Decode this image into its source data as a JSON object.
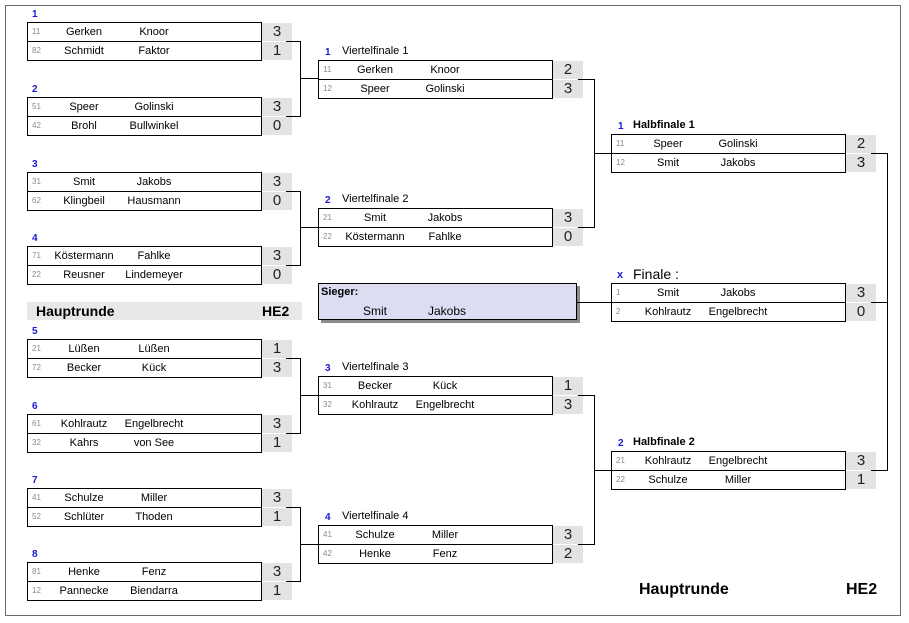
{
  "brackets": {
    "r1": [
      {
        "num": "1",
        "p1": {
          "seed": "11",
          "a": "Gerken",
          "b": "Knoor",
          "score": "3"
        },
        "p2": {
          "seed": "82",
          "a": "Schmidt",
          "b": "Faktor",
          "score": "1"
        }
      },
      {
        "num": "2",
        "p1": {
          "seed": "51",
          "a": "Speer",
          "b": "Golinski",
          "score": "3"
        },
        "p2": {
          "seed": "42",
          "a": "Brohl",
          "b": "Bullwinkel",
          "score": "0"
        }
      },
      {
        "num": "3",
        "p1": {
          "seed": "31",
          "a": "Smit",
          "b": "Jakobs",
          "score": "3"
        },
        "p2": {
          "seed": "62",
          "a": "Klingbeil",
          "b": "Hausmann",
          "score": "0"
        }
      },
      {
        "num": "4",
        "p1": {
          "seed": "71",
          "a": "Köstermann",
          "b": "Fahlke",
          "score": "3"
        },
        "p2": {
          "seed": "22",
          "a": "Reusner",
          "b": "Lindemeyer",
          "score": "0"
        }
      },
      {
        "num": "5",
        "p1": {
          "seed": "21",
          "a": "Lüßen",
          "b": "Lüßen",
          "score": "1"
        },
        "p2": {
          "seed": "72",
          "a": "Becker",
          "b": "Kück",
          "score": "3"
        }
      },
      {
        "num": "6",
        "p1": {
          "seed": "61",
          "a": "Kohlrautz",
          "b": "Engelbrecht",
          "score": "3"
        },
        "p2": {
          "seed": "32",
          "a": "Kahrs",
          "b": "von See",
          "score": "1"
        }
      },
      {
        "num": "7",
        "p1": {
          "seed": "41",
          "a": "Schulze",
          "b": "Miller",
          "score": "3"
        },
        "p2": {
          "seed": "52",
          "a": "Schlüter",
          "b": "Thoden",
          "score": "1"
        }
      },
      {
        "num": "8",
        "p1": {
          "seed": "81",
          "a": "Henke",
          "b": "Fenz",
          "score": "3"
        },
        "p2": {
          "seed": "12",
          "a": "Pannecke",
          "b": "Biendarra",
          "score": "1"
        }
      }
    ],
    "qf": [
      {
        "num": "1",
        "title": "Viertelfinale 1",
        "p1": {
          "seed": "11",
          "a": "Gerken",
          "b": "Knoor",
          "score": "2"
        },
        "p2": {
          "seed": "12",
          "a": "Speer",
          "b": "Golinski",
          "score": "3"
        }
      },
      {
        "num": "2",
        "title": "Viertelfinale 2",
        "p1": {
          "seed": "21",
          "a": "Smit",
          "b": "Jakobs",
          "score": "3"
        },
        "p2": {
          "seed": "22",
          "a": "Köstermann",
          "b": "Fahlke",
          "score": "0"
        }
      },
      {
        "num": "3",
        "title": "Viertelfinale 3",
        "p1": {
          "seed": "31",
          "a": "Becker",
          "b": "Kück",
          "score": "1"
        },
        "p2": {
          "seed": "32",
          "a": "Kohlrautz",
          "b": "Engelbrecht",
          "score": "3"
        }
      },
      {
        "num": "4",
        "title": "Viertelfinale 4",
        "p1": {
          "seed": "41",
          "a": "Schulze",
          "b": "Miller",
          "score": "3"
        },
        "p2": {
          "seed": "42",
          "a": "Henke",
          "b": "Fenz",
          "score": "2"
        }
      }
    ],
    "sf": [
      {
        "num": "1",
        "title": "Halbfinale 1",
        "p1": {
          "seed": "11",
          "a": "Speer",
          "b": "Golinski",
          "score": "2"
        },
        "p2": {
          "seed": "12",
          "a": "Smit",
          "b": "Jakobs",
          "score": "3"
        }
      },
      {
        "num": "2",
        "title": "Halbfinale 2",
        "p1": {
          "seed": "21",
          "a": "Kohlrautz",
          "b": "Engelbrecht",
          "score": "3"
        },
        "p2": {
          "seed": "22",
          "a": "Schulze",
          "b": "Miller",
          "score": "1"
        }
      }
    ],
    "final": {
      "num": "x",
      "title": "Finale :",
      "p1": {
        "seed": "1",
        "a": "Smit",
        "b": "Jakobs",
        "score": "3"
      },
      "p2": {
        "seed": "2",
        "a": "Kohlrautz",
        "b": "Engelbrecht",
        "score": "0"
      }
    }
  },
  "winner": {
    "label": "Sieger:",
    "a": "Smit",
    "b": "Jakobs"
  },
  "header_left": {
    "title": "Hauptrunde",
    "code": "HE2"
  },
  "footer": {
    "title": "Hauptrunde",
    "code": "HE2"
  }
}
